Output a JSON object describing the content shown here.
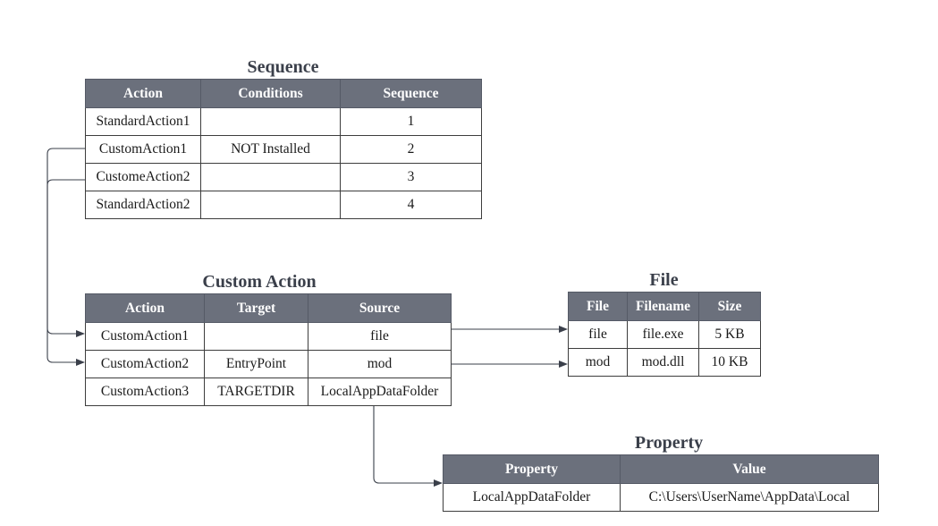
{
  "sequence": {
    "title": "Sequence",
    "columns": [
      "Action",
      "Conditions",
      "Sequence"
    ],
    "rows": [
      [
        "StandardAction1",
        "",
        "1"
      ],
      [
        "CustomAction1",
        "NOT Installed",
        "2"
      ],
      [
        "CustomeAction2",
        "",
        "3"
      ],
      [
        "StandardAction2",
        "",
        "4"
      ]
    ]
  },
  "custom_action": {
    "title": "Custom Action",
    "columns": [
      "Action",
      "Target",
      "Source"
    ],
    "rows": [
      [
        "CustomAction1",
        "",
        "file"
      ],
      [
        "CustomAction2",
        "EntryPoint",
        "mod"
      ],
      [
        "CustomAction3",
        "TARGETDIR",
        "LocalAppDataFolder"
      ]
    ]
  },
  "file": {
    "title": "File",
    "columns": [
      "File",
      "Filename",
      "Size"
    ],
    "rows": [
      [
        "file",
        "file.exe",
        "5 KB"
      ],
      [
        "mod",
        "mod.dll",
        "10 KB"
      ]
    ]
  },
  "property": {
    "title": "Property",
    "columns": [
      "Property",
      "Value"
    ],
    "rows": [
      [
        "LocalAppDataFolder",
        "C:\\Users\\UserName\\AppData\\Local"
      ]
    ]
  },
  "colors": {
    "header_bg": "#6b707c",
    "header_text": "#ffffff",
    "border": "#3d3d3d",
    "title_text": "#3a3f4a",
    "connector": "#3a3f4a"
  }
}
